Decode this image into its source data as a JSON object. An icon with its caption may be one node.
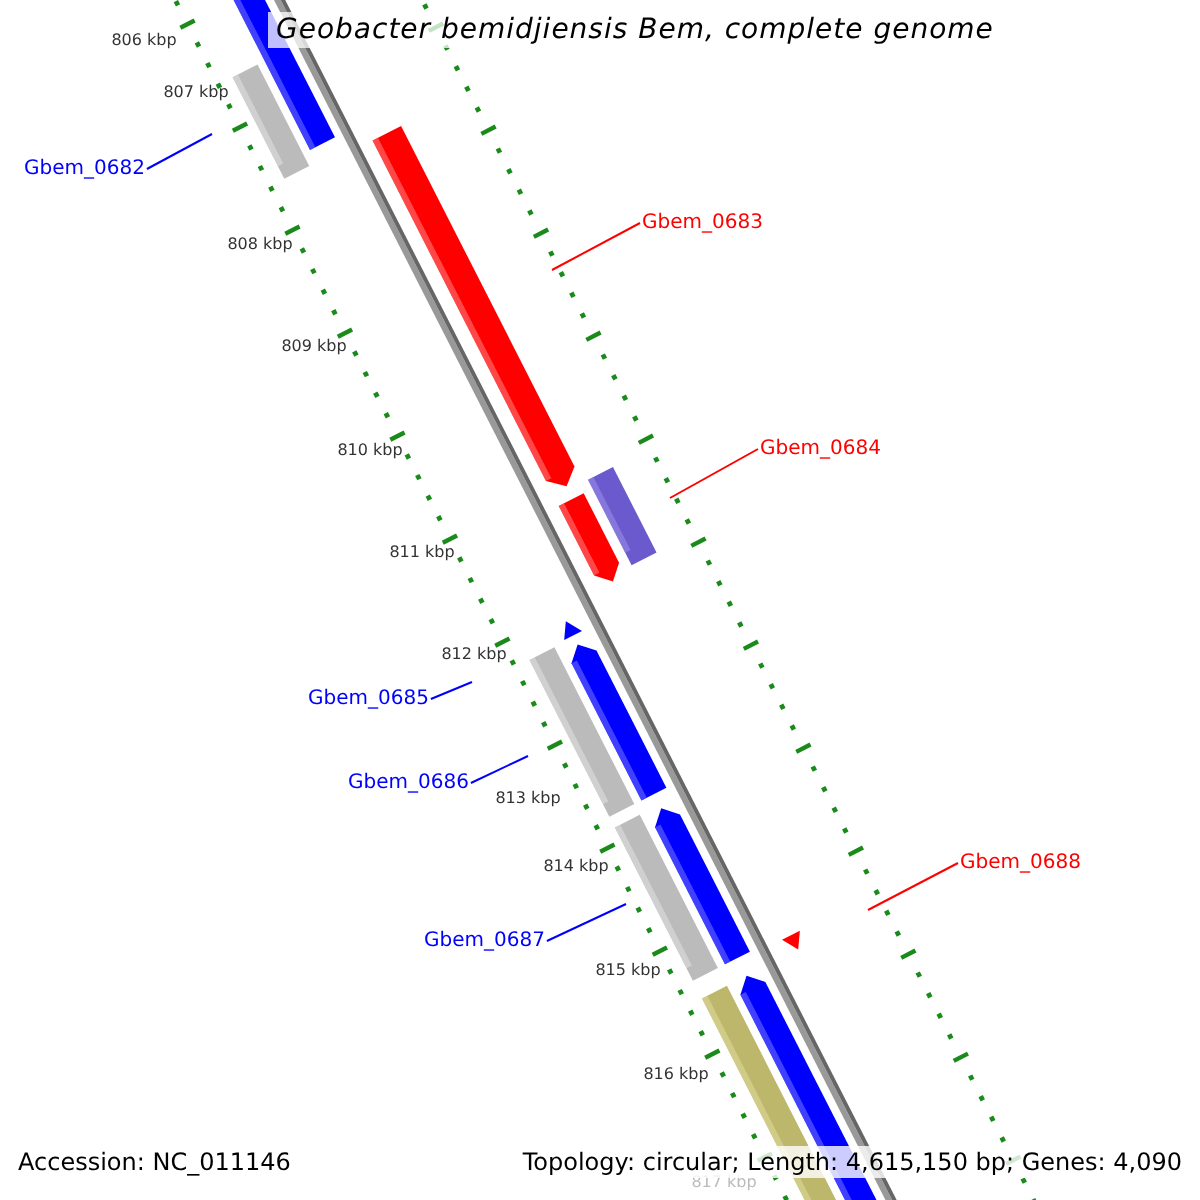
{
  "diagram": {
    "title": "Geobacter bemidjiensis Bem, complete genome",
    "nodes": [
      {
        "text": [
          "Gbem_0682"
        ]
      },
      {
        "text": [
          "Gbem_0683"
        ]
      },
      {
        "text": [
          "Gbem_0684"
        ]
      },
      {
        "text": [
          "Gbem_0685"
        ]
      },
      {
        "text": [
          "Gbem_0686"
        ]
      },
      {
        "text": [
          "Gbem_0687"
        ]
      },
      {
        "text": [
          "Gbem_0688"
        ]
      }
    ],
    "edges": [
      {
        "from": 0,
        "to": null,
        "arrow": "none"
      },
      {
        "from": 1,
        "to": null,
        "arrow": "none",
        "color": "#ff0000"
      },
      {
        "from": 2,
        "to": null,
        "arrow": "none",
        "color": "#ff0000"
      },
      {
        "from": 3,
        "to": null,
        "arrow": "none"
      },
      {
        "from": 4,
        "to": null,
        "arrow": "none"
      },
      {
        "from": 5,
        "to": null,
        "arrow": "none"
      },
      {
        "from": 6,
        "to": null,
        "arrow": "none",
        "color": "#ff0000"
      }
    ],
    "labels": [
      "806 kbp",
      "807 kbp",
      "808 kbp",
      "809 kbp",
      "810 kbp",
      "811 kbp",
      "812 kbp",
      "813 kbp",
      "814 kbp",
      "815 kbp",
      "816 kbp",
      "817 kbp",
      "Accession: NC_011146",
      "Topology: circular; Length: 4,615,150 bp; Genes: 4,090"
    ]
  }
}
